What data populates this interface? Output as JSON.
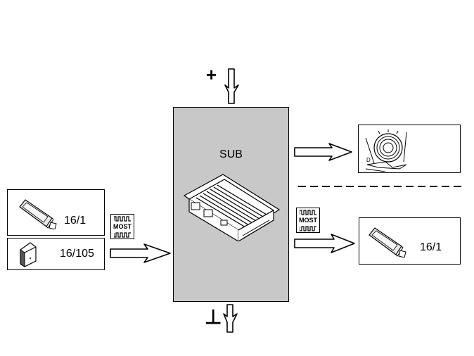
{
  "diagram": {
    "central_unit": {
      "label": "SUB",
      "fill_color": "#c8c8c8",
      "icon": "amplifier-module-icon"
    },
    "power": {
      "positive_symbol": "+",
      "ground_symbol": "⊥"
    },
    "inputs": [
      {
        "icon": "infotainment-control-module-icon",
        "label": "16/1"
      },
      {
        "icon": "cd-changer-icon",
        "label": "16/105"
      }
    ],
    "input_bus": {
      "label": "MOST",
      "icon": "most-bus-icon"
    },
    "outputs": [
      {
        "icon": "subwoofer-speaker-icon",
        "label": ""
      },
      {
        "icon": "infotainment-control-module-icon",
        "label": "16/1"
      }
    ],
    "output_bus": {
      "label": "MOST",
      "icon": "most-bus-icon"
    }
  }
}
